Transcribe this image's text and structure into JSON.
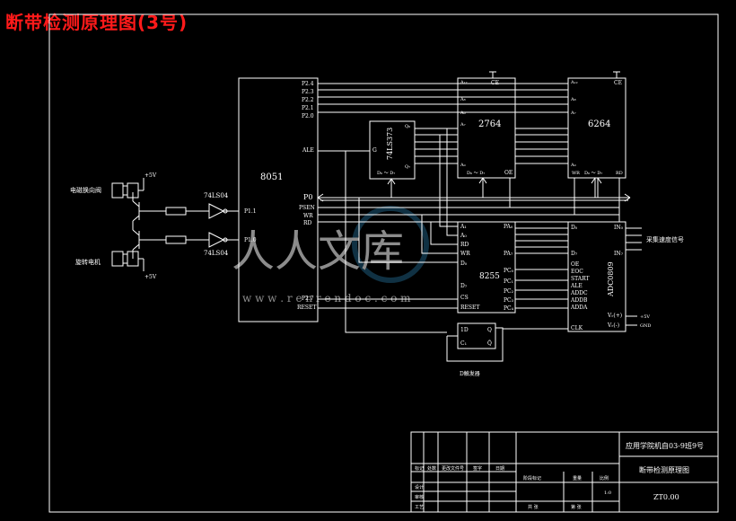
{
  "title": "断带检测原理图(3号)",
  "colors": {
    "background": "#000000",
    "lines": "#ffffff",
    "title": "#ff1a1a",
    "watermark": "#1e5a7a"
  },
  "chips": {
    "cpu": {
      "name": "8051",
      "ports_top": [
        "P2.4",
        "P2.3",
        "P2.2",
        "P2.1",
        "P2.0"
      ],
      "ale": "ALE",
      "p0": "P0",
      "ctrl": [
        "PSEN",
        "WR",
        "RD"
      ],
      "p11": "P1.1",
      "p10": "P1.0",
      "p27": "P2.7",
      "reset": "RESET"
    },
    "latch": {
      "name": "74LS373",
      "g": "G",
      "d": "D₀ ～ D₇",
      "q": "Q₀",
      "q7": "Q₇"
    },
    "eprom": {
      "name": "2764",
      "a_hi": "A₁₂",
      "a0": "A₀",
      "a8": "A₈",
      "a7": "A₇",
      "a_lo": "A₀",
      "ce": "CE",
      "d": "D₀ ～ D₇",
      "oe": "OE"
    },
    "ram": {
      "name": "6264",
      "a_hi": "A₁₂",
      "a8": "A₈",
      "a7": "A₇",
      "a0": "A₀",
      "ce": "CE",
      "wr": "WR",
      "d": "D₀ ～ D₇",
      "rd": "RD"
    },
    "ppi": {
      "name": "8255",
      "a1": "A₁",
      "a0": "A₀",
      "rd": "RD",
      "wr": "WR",
      "d0": "D₀",
      "d7": "D₇",
      "cs": "CS",
      "reset": "RESET",
      "pa0": "PA₀",
      "pa7": "PA₇",
      "pc": [
        "PC₀",
        "PC₁",
        "PC₂",
        "PC₃",
        "PC₄"
      ]
    },
    "adc": {
      "name": "ADC0809",
      "d0": "D₀",
      "d7": "D₇",
      "in0": "IN₀",
      "in7": "IN₇",
      "pins": [
        "OE",
        "EOC",
        "START",
        "ALE",
        "ADDC",
        "ADDB",
        "ADDA"
      ],
      "clk": "CLK",
      "vref_p": "Vᵣ(+)",
      "vref_n": "Vᵣ(-)"
    },
    "ff": {
      "name": "D触发器",
      "d": "1D",
      "q": "Q",
      "c": "C₁",
      "qb": "Q̄"
    }
  },
  "labels": {
    "buffer1": "74LS04",
    "buffer2": "74LS04",
    "sensor1": "电磁换向阀",
    "sensor2": "旋转电机",
    "vcc": "+5V",
    "analog_in": "采集速度信号",
    "ref_p": "+5V",
    "ref_n": "GND"
  },
  "title_block": {
    "org": "应用学院机自03-9班9号",
    "drawing_name": "断带检测原理图",
    "drawing_no": "ZT0.00",
    "scale": "1:0",
    "cells": [
      "标记",
      "处数",
      "更改文件号",
      "签字",
      "日期",
      "设计",
      "审核",
      "工艺",
      "共 张",
      "第 张",
      "阶段标记",
      "重量",
      "比例"
    ]
  },
  "watermark": {
    "text": "人人文库",
    "url": "w w w . r e n r e n d o c . c o m"
  }
}
